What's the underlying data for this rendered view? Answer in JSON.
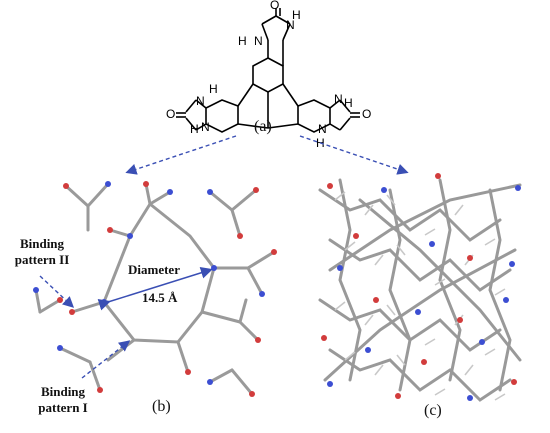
{
  "molecule": {
    "atom_labels": {
      "o_top": "O",
      "h_top": "H",
      "n_top": "N",
      "h_left_top": "H",
      "n_left_top": "N",
      "h_left_mid": "H",
      "n_left_mid": "N",
      "o_left": "O",
      "h_left_bot": "H",
      "n_left_bot": "N",
      "h_right_mid": "H",
      "n_right_mid": "N",
      "o_right": "O",
      "n_right_bot": "N",
      "h_right_bot": "H"
    }
  },
  "panels": {
    "a": "(a)",
    "b": "(b)",
    "c": "(c)"
  },
  "annotations": {
    "binding_pattern_ii_line1": "Binding",
    "binding_pattern_ii_line2": "pattern II",
    "binding_pattern_i_line1": "Binding",
    "binding_pattern_i_line2": "pattern I",
    "diameter": "Diameter",
    "diameter_value": "14.5 Å"
  },
  "colors": {
    "carbon_bond": "#9a9a9a",
    "oxygen": "#d23c3c",
    "nitrogen": "#3c4ed2",
    "arrow": "#3a4fb4"
  }
}
